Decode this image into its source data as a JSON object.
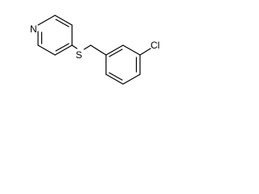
{
  "molecule": {
    "atoms": {
      "nitrogen": "N",
      "sulfur": "S",
      "chlorine": "Cl"
    }
  },
  "colors": {
    "background": "#ffffff",
    "ink": "#000000"
  }
}
